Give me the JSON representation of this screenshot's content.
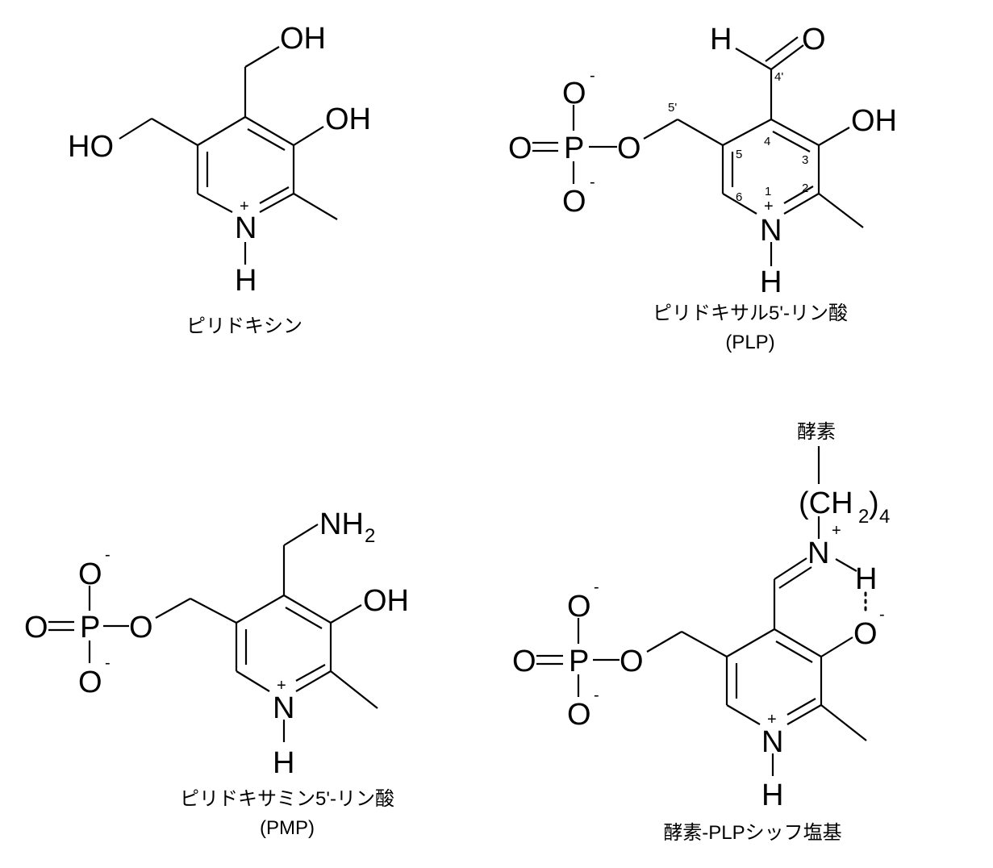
{
  "colors": {
    "ink": "#000000",
    "background": "#ffffff"
  },
  "structures": [
    {
      "id": "pyridoxine",
      "caption": [
        "ピリドキシン"
      ],
      "atoms": {
        "oh_top": "OH",
        "oh_ring": "OH",
        "ho_left": "HO",
        "n": "N",
        "h": "H",
        "charge": "+"
      }
    },
    {
      "id": "plp",
      "caption": [
        "ピリドキサル5'-リン酸",
        "(PLP)"
      ],
      "atoms": {
        "h_ald": "H",
        "o_ald": "O",
        "oh": "OH",
        "p": "P",
        "o_eq": "O",
        "o_top": "O",
        "o_bottom": "O",
        "o_link": "O",
        "minus_top": "-",
        "minus_bottom": "-",
        "n": "N",
        "h": "H",
        "charge": "+"
      },
      "positions": {
        "n1": "1",
        "n2": "2",
        "n3": "3",
        "n4": "4",
        "n4p": "4'",
        "n5": "5",
        "n5p": "5'",
        "n6": "6"
      }
    },
    {
      "id": "pmp",
      "caption": [
        "ピリドキサミン5'-リン酸",
        "(PMP)"
      ],
      "atoms": {
        "nh": "NH",
        "nh_sub": "2",
        "oh": "OH",
        "p": "P",
        "o_eq": "O",
        "o_top": "O",
        "o_bottom": "O",
        "o_link": "O",
        "minus_top": "-",
        "minus_bottom": "-",
        "n": "N",
        "h": "H",
        "charge": "+"
      }
    },
    {
      "id": "schiff",
      "caption": [
        "酵素-PLPシッフ塩基"
      ],
      "atoms": {
        "enzyme": "酵素",
        "ch_open": "(CH",
        "ch_sub": "2",
        "ch_close": ")",
        "ch_sub4": "4",
        "n_imine": "N",
        "n_imine_charge": "+",
        "h_bond": "H",
        "o_phen": "O",
        "o_phen_charge": "-",
        "p": "P",
        "o_eq": "O",
        "o_top": "O",
        "o_bottom": "O",
        "o_link": "O",
        "minus_top": "-",
        "minus_bottom": "-",
        "n": "N",
        "h": "H",
        "charge": "+"
      }
    }
  ]
}
